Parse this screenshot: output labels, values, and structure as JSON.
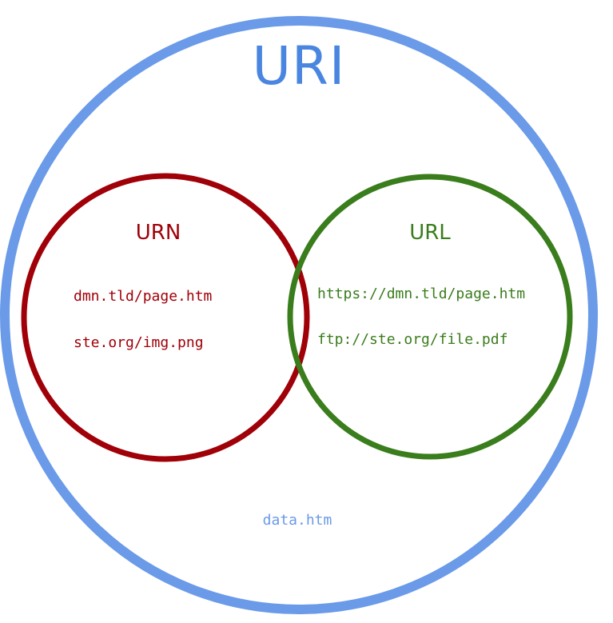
{
  "colors": {
    "uri": "#6a9ae8",
    "uri_text": "#4a86e0",
    "urn": "#a00008",
    "url": "#3a7d1c"
  },
  "uri": {
    "title": "URI",
    "example": "data.htm"
  },
  "urn": {
    "title": "URN",
    "examples": [
      "dmn.tld/page.htm",
      "ste.org/img.png"
    ]
  },
  "url": {
    "title": "URL",
    "examples": [
      "https://dmn.tld/page.htm",
      "ftp://ste.org/file.pdf"
    ]
  }
}
